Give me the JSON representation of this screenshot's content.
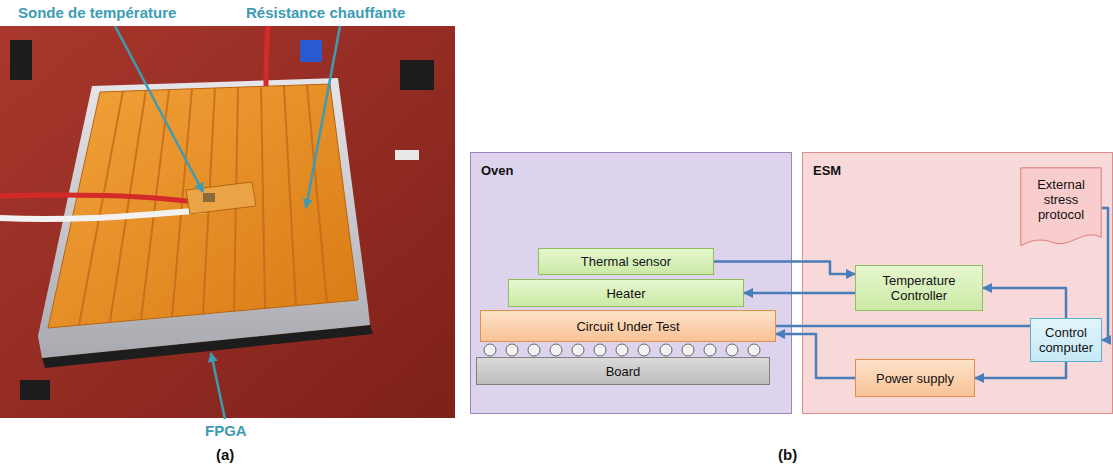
{
  "diagram": {
    "nodes": [
      {
        "text": [
          "Oven"
        ]
      },
      {
        "text": [
          "Thermal sensor"
        ],
        "in": 0
      },
      {
        "text": [
          "Heater"
        ],
        "in": 0
      },
      {
        "text": [
          "Circuit Under Test"
        ],
        "in": 0
      },
      {
        "text": [
          "Board"
        ],
        "in": 0
      },
      {
        "text": [
          "ESM"
        ]
      },
      {
        "text": [
          "External stress protocol"
        ],
        "in": 5
      },
      {
        "text": [
          "Temperature Controller"
        ],
        "in": 5
      },
      {
        "text": [
          "Control computer"
        ],
        "in": 5
      },
      {
        "text": [
          "Power supply"
        ],
        "in": 5
      }
    ],
    "edges": [
      {
        "from": 1,
        "to": 7,
        "arrow": "to"
      },
      {
        "from": 7,
        "to": 2,
        "arrow": "to"
      },
      {
        "from": 6,
        "to": 8,
        "arrow": "to"
      },
      {
        "from": 8,
        "to": 7,
        "arrow": "to"
      },
      {
        "from": 8,
        "to": 9,
        "arrow": "to"
      },
      {
        "from": 9,
        "to": 3,
        "arrow": "to"
      },
      {
        "from": 3,
        "to": 8,
        "arrow": "none"
      }
    ],
    "labels": [
      "Sonde de température",
      "Résistance chauffante",
      "FPGA",
      "(a)",
      "(b)"
    ]
  }
}
